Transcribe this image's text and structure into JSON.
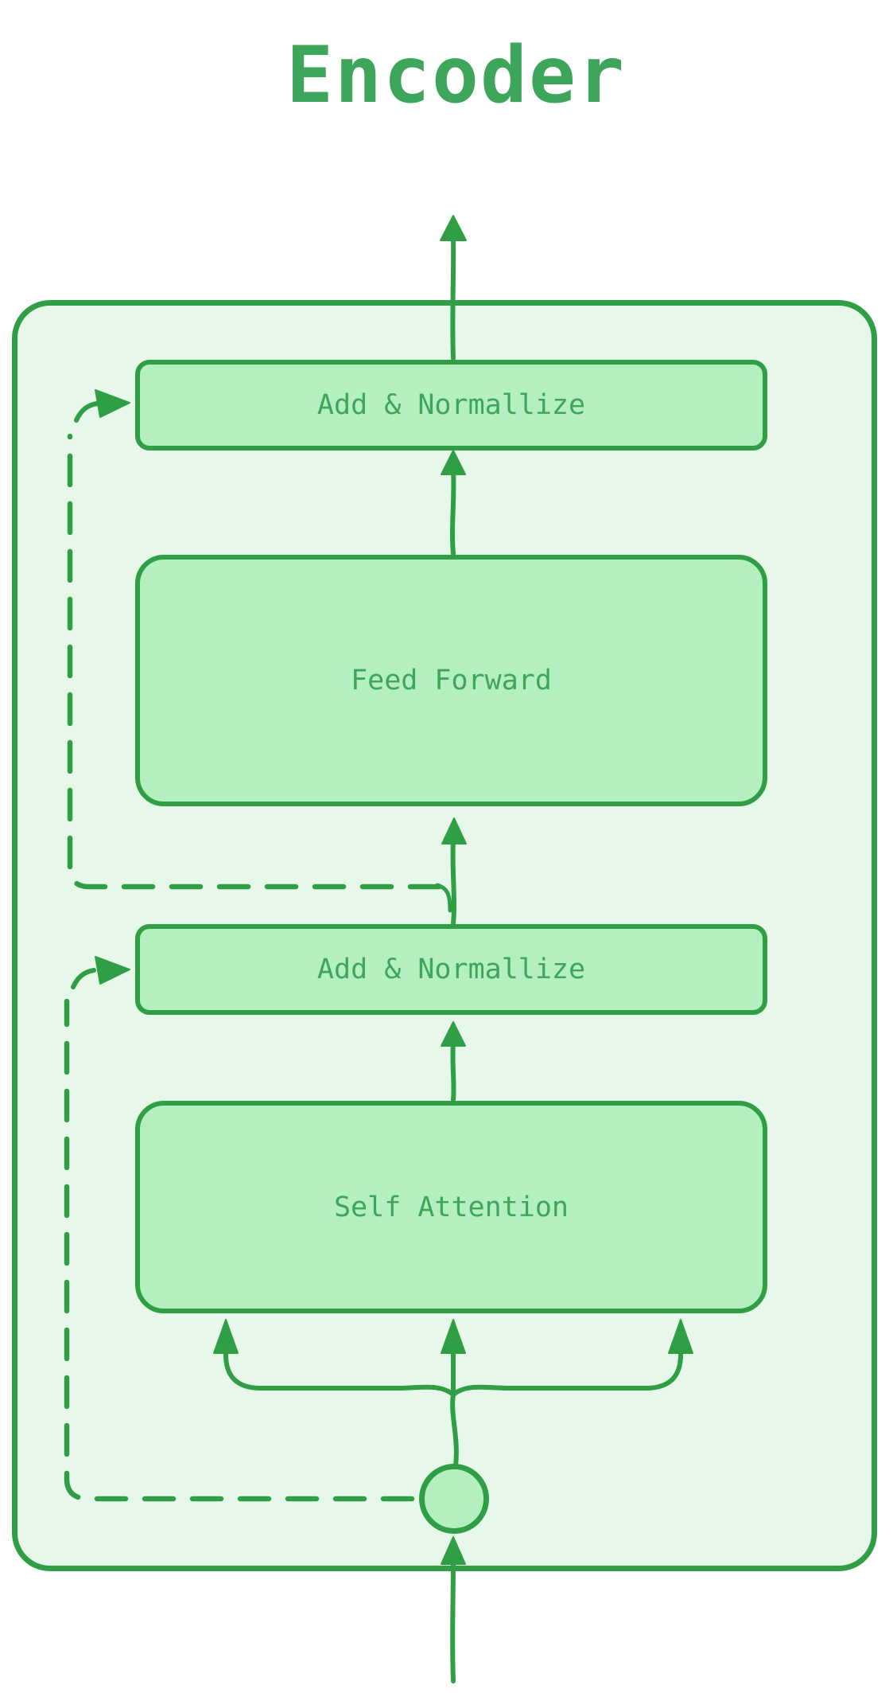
{
  "title": "Encoder",
  "colors": {
    "stroke": "#2f9e45",
    "text": "#3ea65a",
    "block_fill": "#b4efbf",
    "container_fill": "#e7f8eb",
    "background": "#ffffff"
  },
  "blocks": {
    "add_norm_top": {
      "label": "Add & Normallize"
    },
    "feed_forward": {
      "label": "Feed Forward"
    },
    "add_norm_bottom": {
      "label": "Add & Normallize"
    },
    "self_attention": {
      "label": "Self Attention"
    }
  }
}
